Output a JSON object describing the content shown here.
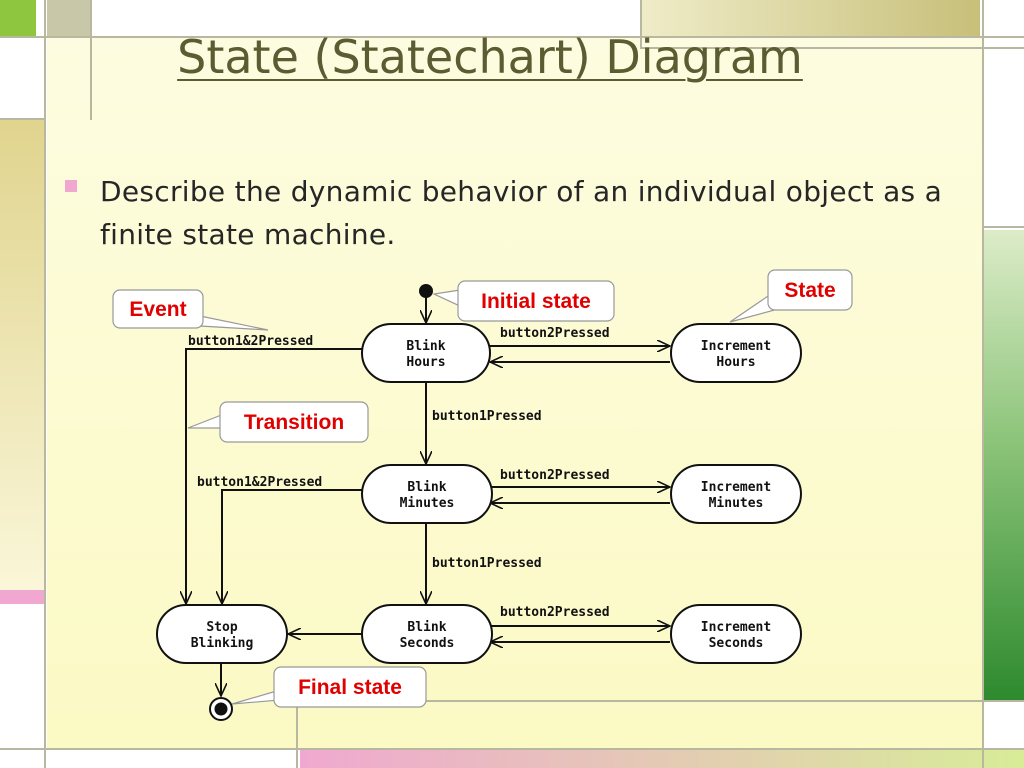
{
  "slide": {
    "title": "State (Statechart) Diagram",
    "bullet": "Describe the dynamic behavior of an individual object as a finite state machine."
  },
  "diagram": {
    "states": {
      "blink_hours": [
        "Blink",
        "Hours"
      ],
      "increment_hours": [
        "Increment",
        "Hours"
      ],
      "blink_minutes": [
        "Blink",
        "Minutes"
      ],
      "increment_minutes": [
        "Increment",
        "Minutes"
      ],
      "blink_seconds": [
        "Blink",
        "Seconds"
      ],
      "increment_seconds": [
        "Increment",
        "Seconds"
      ],
      "stop_blinking": [
        "Stop",
        "Blinking"
      ]
    },
    "transitions": {
      "hours_to_inc": "button2Pressed",
      "minutes_to_inc": "button2Pressed",
      "seconds_to_inc": "button2Pressed",
      "hours_to_minutes": "button1Pressed",
      "minutes_to_seconds": "button1Pressed",
      "hours_to_stop": "button1&2Pressed",
      "minutes_to_stop": "button1&2Pressed"
    },
    "callouts": {
      "event": "Event",
      "initial_state": "Initial state",
      "state": "State",
      "transition": "Transition",
      "final_state": "Final state"
    }
  }
}
